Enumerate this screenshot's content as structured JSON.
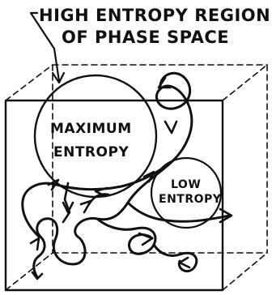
{
  "labels": {
    "region_line1": "HIGH ENTROPY REGION",
    "region_line2": "OF PHASE SPACE",
    "max_line1": "MAXIMUM",
    "max_line2": "ENTROPY",
    "low_line1": "LOW",
    "low_line2": "ENTROPY"
  },
  "colors": {
    "ink": "#111111",
    "background": "#ffffff"
  }
}
